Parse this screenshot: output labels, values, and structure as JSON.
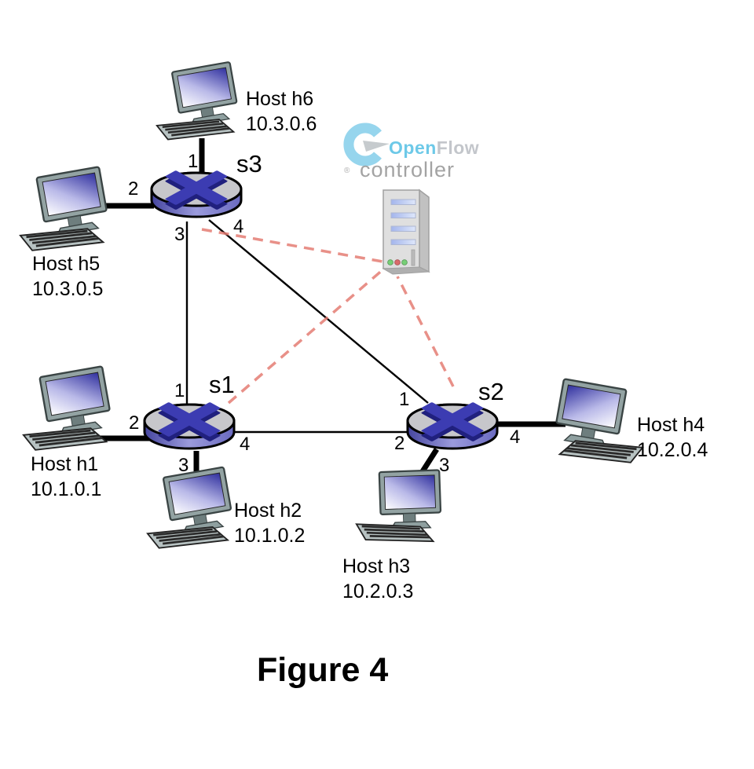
{
  "figure_caption": "Figure 4",
  "controller": {
    "brand_open": "Open",
    "brand_flow": "Flow",
    "registered_mark": "®",
    "label": "controller"
  },
  "switches": [
    {
      "label": "s3",
      "ports": [
        "1",
        "2",
        "3",
        "4"
      ]
    },
    {
      "label": "s1",
      "ports": [
        "1",
        "2",
        "3",
        "4"
      ]
    },
    {
      "label": "s2",
      "ports": [
        "1",
        "2",
        "3",
        "4"
      ]
    }
  ],
  "hosts": [
    {
      "name": "Host h6",
      "ip": "10.3.0.6"
    },
    {
      "name": "Host h5",
      "ip": "10.3.0.5"
    },
    {
      "name": "Host h1",
      "ip": "10.1.0.1"
    },
    {
      "name": "Host h2",
      "ip": "10.1.0.2"
    },
    {
      "name": "Host h3",
      "ip": "10.2.0.3"
    },
    {
      "name": "Host h4",
      "ip": "10.2.0.4"
    }
  ],
  "colors": {
    "control_link": "#e57d74",
    "data_link": "#000000",
    "switch_top": "#c7c7cb",
    "switch_cross": "#3c3cb2",
    "logo_blue": "#7ccbe9",
    "logo_arrow_gray": "#b9bfc2"
  }
}
